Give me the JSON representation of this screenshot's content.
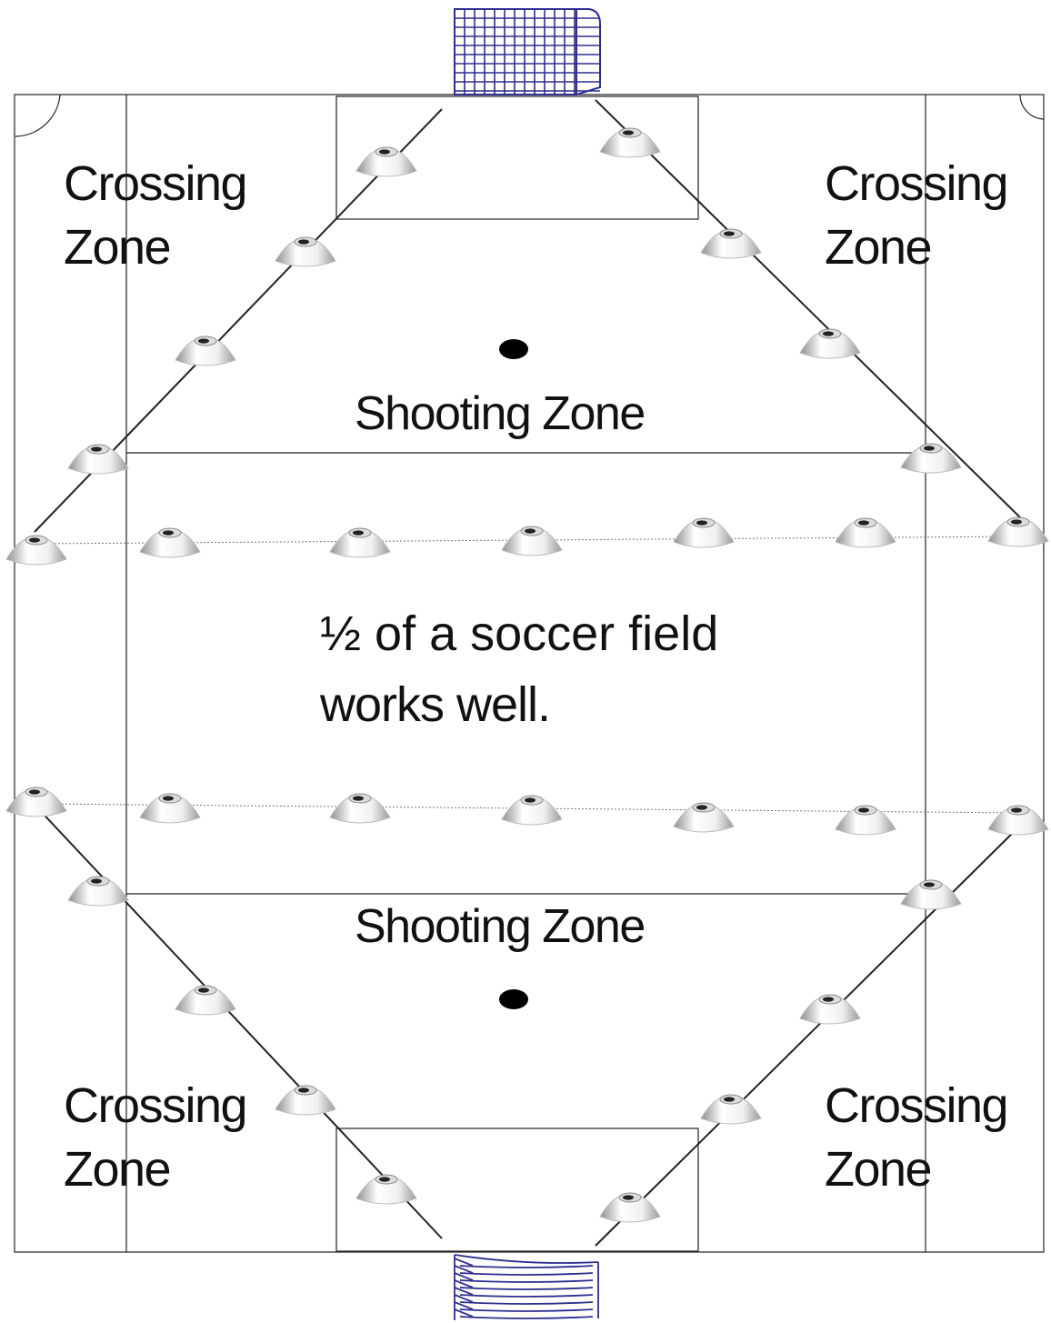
{
  "colors": {
    "field_lines": "#222222",
    "goal_net": "#2e2e8f",
    "text": "#111111",
    "cone_light": "#ffffff",
    "cone_dark": "#9a9a9a",
    "spot": "#000000"
  },
  "labels": {
    "crossing_zone_line1": "Crossing",
    "crossing_zone_line2": "Zone",
    "shooting_zone": "Shooting Zone",
    "note_line1": "½ of a soccer field",
    "note_line2": "works well."
  },
  "elements": {
    "top_goal": "soccer-goal-icon",
    "bottom_goal": "soccer-goal-icon",
    "cones": "training-cone-icon",
    "penalty_spots": "penalty-spot-icon",
    "corner_arcs": "corner-arc-icon"
  }
}
